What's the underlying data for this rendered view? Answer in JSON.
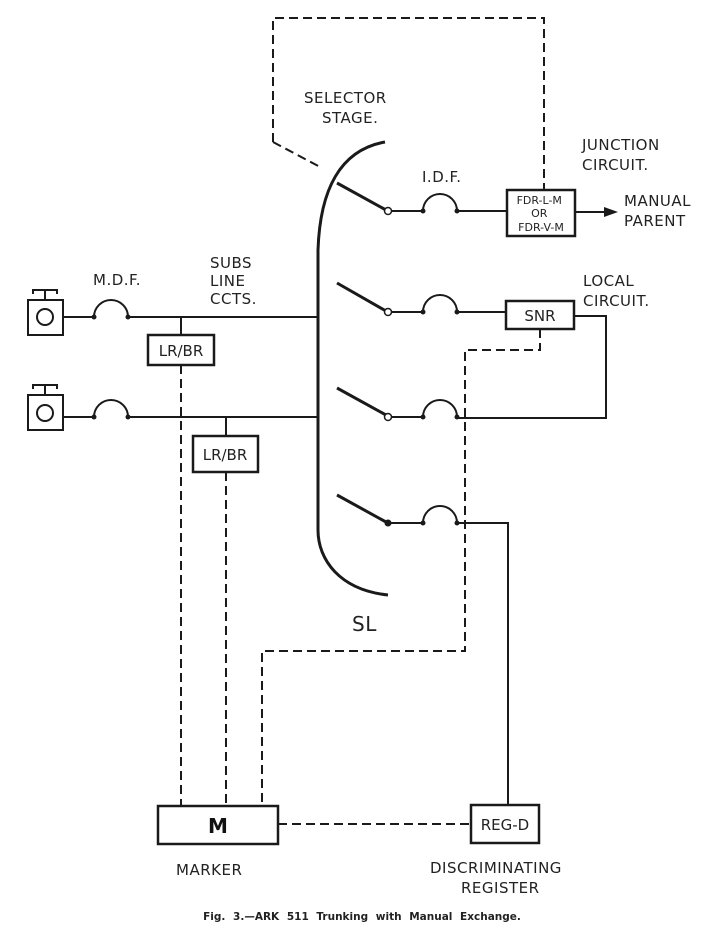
{
  "figure": {
    "caption": "Fig. 3.—ARK 511 Trunking with Manual Exchange."
  },
  "labels": {
    "selector_stage": [
      "SELECTOR",
      "STAGE."
    ],
    "idf": "I.D.F.",
    "mdf": "M.D.F.",
    "subs_line_ccts": [
      "SUBS",
      "LINE",
      "CCTS."
    ],
    "junction_circuit": [
      "JUNCTION",
      "CIRCUIT."
    ],
    "manual_parent": [
      "MANUAL",
      "PARENT"
    ],
    "local_circuit": [
      "LOCAL",
      "CIRCUIT."
    ],
    "sl": "SL",
    "marker": "MARKER",
    "discriminating_register": [
      "DISCRIMINATING",
      "REGISTER"
    ]
  },
  "boxes": {
    "fdr": [
      "FDR-L-M",
      "OR",
      "FDR-V-M"
    ],
    "snr": "SNR",
    "lrbr_1": "LR/BR",
    "lrbr_2": "LR/BR",
    "marker": "M",
    "regd": "REG-D"
  },
  "components": {
    "telephones": 2,
    "selector_switches": 4
  }
}
